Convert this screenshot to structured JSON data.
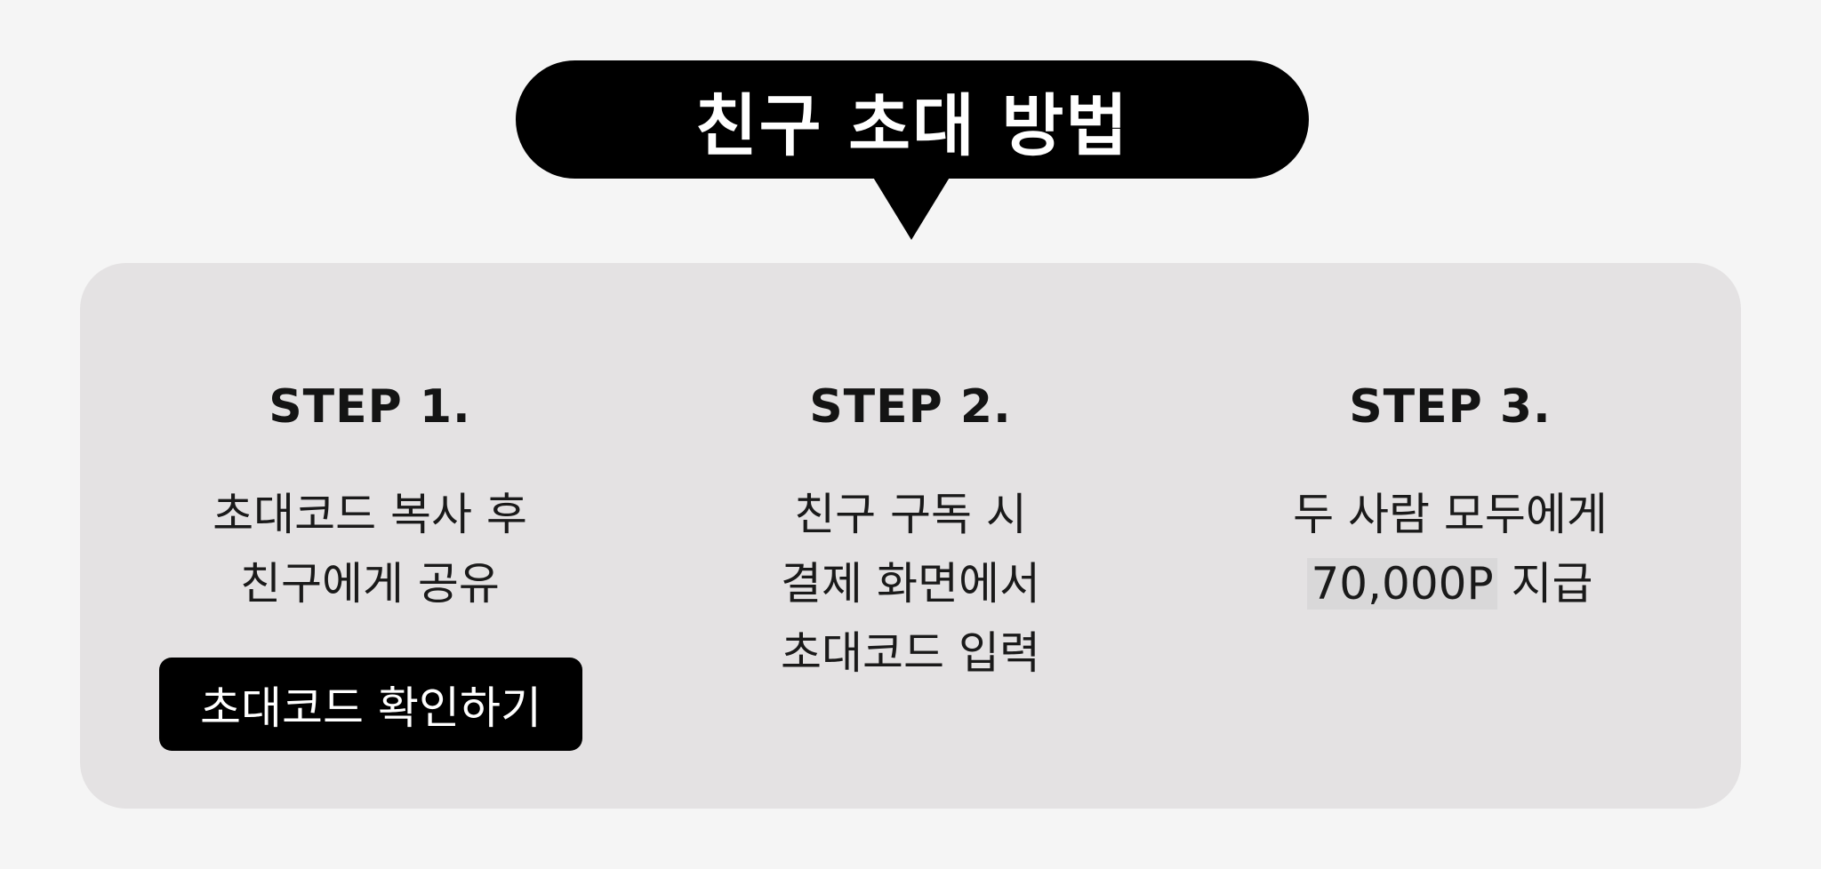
{
  "header": {
    "title": "친구 초대 방법"
  },
  "steps": [
    {
      "title": "STEP 1.",
      "lines": [
        "초대코드 복사 후",
        "친구에게 공유"
      ]
    },
    {
      "title": "STEP 2.",
      "lines": [
        "친구 구독 시",
        "결제 화면에서",
        "초대코드 입력"
      ]
    },
    {
      "title": "STEP 3.",
      "lines": [
        "두 사람 모두에게"
      ],
      "reward": {
        "amount": "70,000P",
        "suffix": " 지급"
      }
    }
  ],
  "actions": {
    "check_code_label": "초대코드 확인하기"
  },
  "colors": {
    "page_background": "#f5f5f5",
    "card_background": "#e4e2e3",
    "accent": "#000000",
    "text": "#111111"
  }
}
